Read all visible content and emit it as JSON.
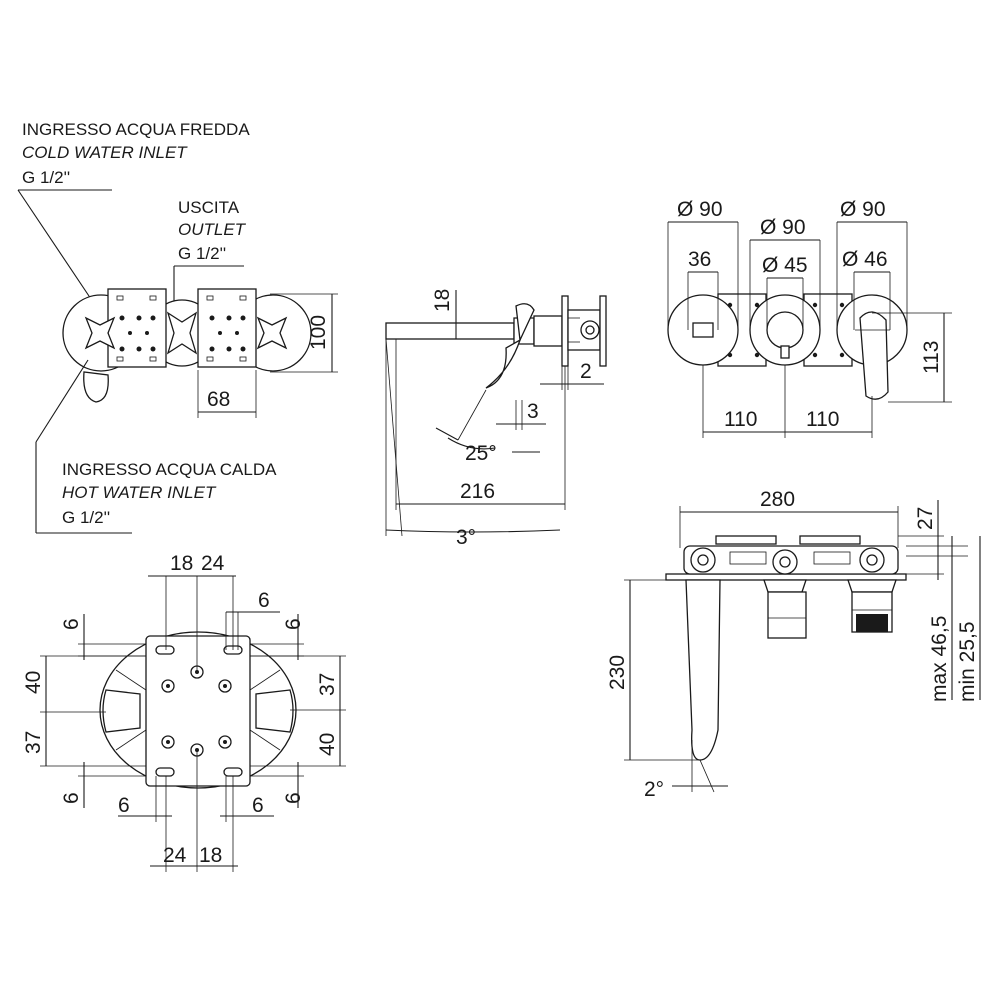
{
  "labels": {
    "cold_it": "INGRESSO ACQUA FREDDA",
    "cold_en": "COLD WATER INLET",
    "cold_size": "G 1/2''",
    "outlet_it": "USCITA",
    "outlet_en": "OUTLET",
    "outlet_size": "G 1/2''",
    "hot_it": "INGRESSO ACQUA CALDA",
    "hot_en": "HOT WATER INLET",
    "hot_size": "G 1/2''"
  },
  "dims": {
    "d100": "100",
    "d68": "68",
    "d18": "18",
    "d2": "2",
    "d3": "3",
    "d25deg": "25°",
    "d216": "216",
    "d3deg": "3°",
    "phi90a": "Ø 90",
    "phi90b": "Ø 90",
    "phi90c": "Ø 90",
    "d36": "36",
    "phi45": "Ø 45",
    "phi46": "Ø 46",
    "d113": "113",
    "d110a": "110",
    "d110b": "110",
    "d280": "280",
    "d27": "27",
    "d230": "230",
    "d2deg": "2°",
    "max465": "max 46,5",
    "min255": "min 25,5",
    "t18": "18",
    "t24": "24",
    "t6a": "6",
    "t6b": "6",
    "l6": "6",
    "l40": "40",
    "l37": "37",
    "l6b": "6",
    "r37": "37",
    "r40": "40",
    "r6b": "6",
    "b6a": "6",
    "b6b": "6",
    "b24": "24",
    "b18": "18"
  }
}
